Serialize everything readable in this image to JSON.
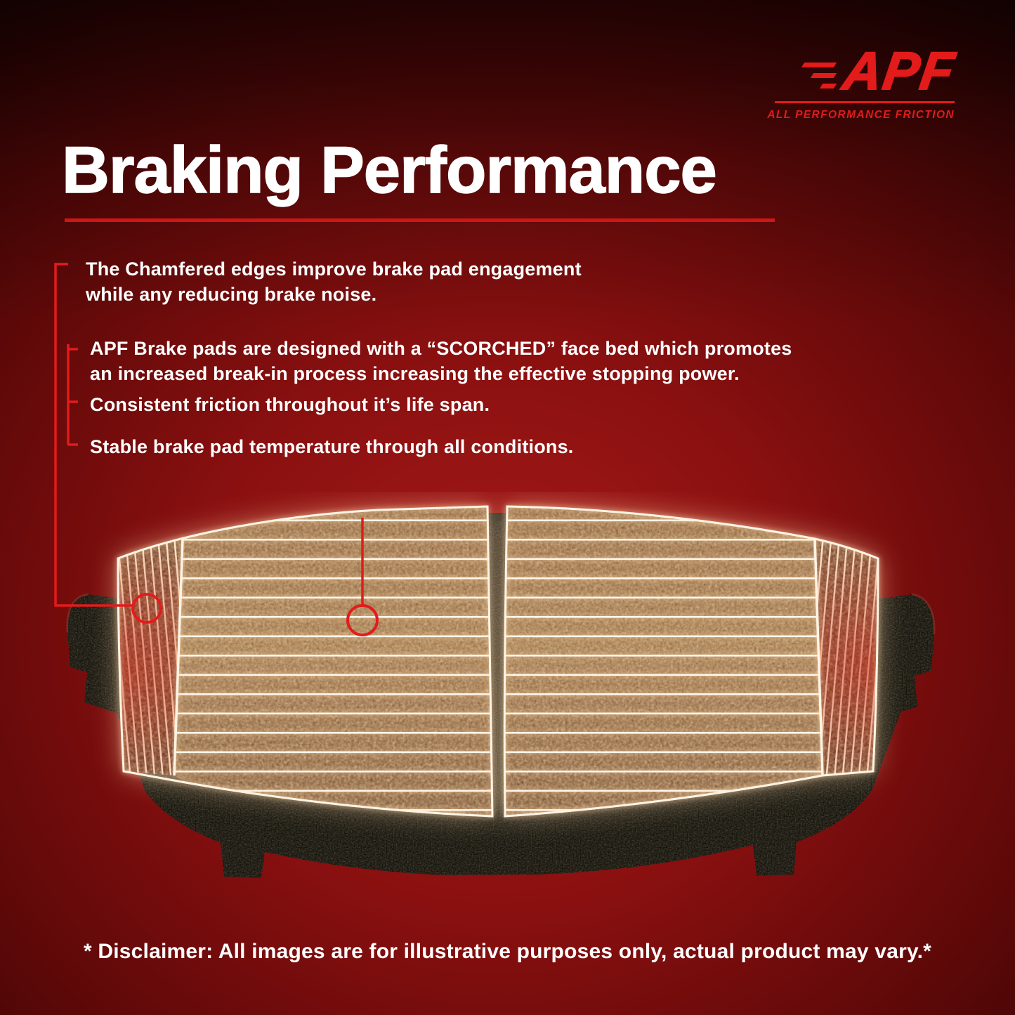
{
  "logo": {
    "text": "APF",
    "tagline": "ALL PERFORMANCE FRICTION"
  },
  "heading": {
    "title": "Braking Performance"
  },
  "features": [
    "The Chamfered edges improve brake pad engagement while any reducing brake noise.",
    "APF Brake pads are designed with a “SCORCHED” face bed which promotes an increased break-in process increasing the effective stopping power.",
    "Consistent friction throughout it’s life span.",
    "Stable brake pad temperature through all conditions."
  ],
  "disclaimer": "* Disclaimer: All images are for illustrative purposes only, actual product may vary.*",
  "figure": {
    "description": "Two brake pads with glowing scorched friction surfaces on a black backing plate",
    "callouts": [
      {
        "target": "chamfered-edge",
        "links_to": "feature 1"
      },
      {
        "target": "scorched-face-bed",
        "links_to": "feature 2"
      }
    ]
  },
  "colors": {
    "accent_red": "#e31b1b",
    "title_underline": "#cf1616",
    "background_center": "#a81a1a",
    "background_edge": "#160101",
    "pad_face": "#b68a5c",
    "pad_chamfer": "#7c452c",
    "pad_glow": "#ffd7a8",
    "plate_black": "#171310",
    "text_white": "#ffffff"
  }
}
